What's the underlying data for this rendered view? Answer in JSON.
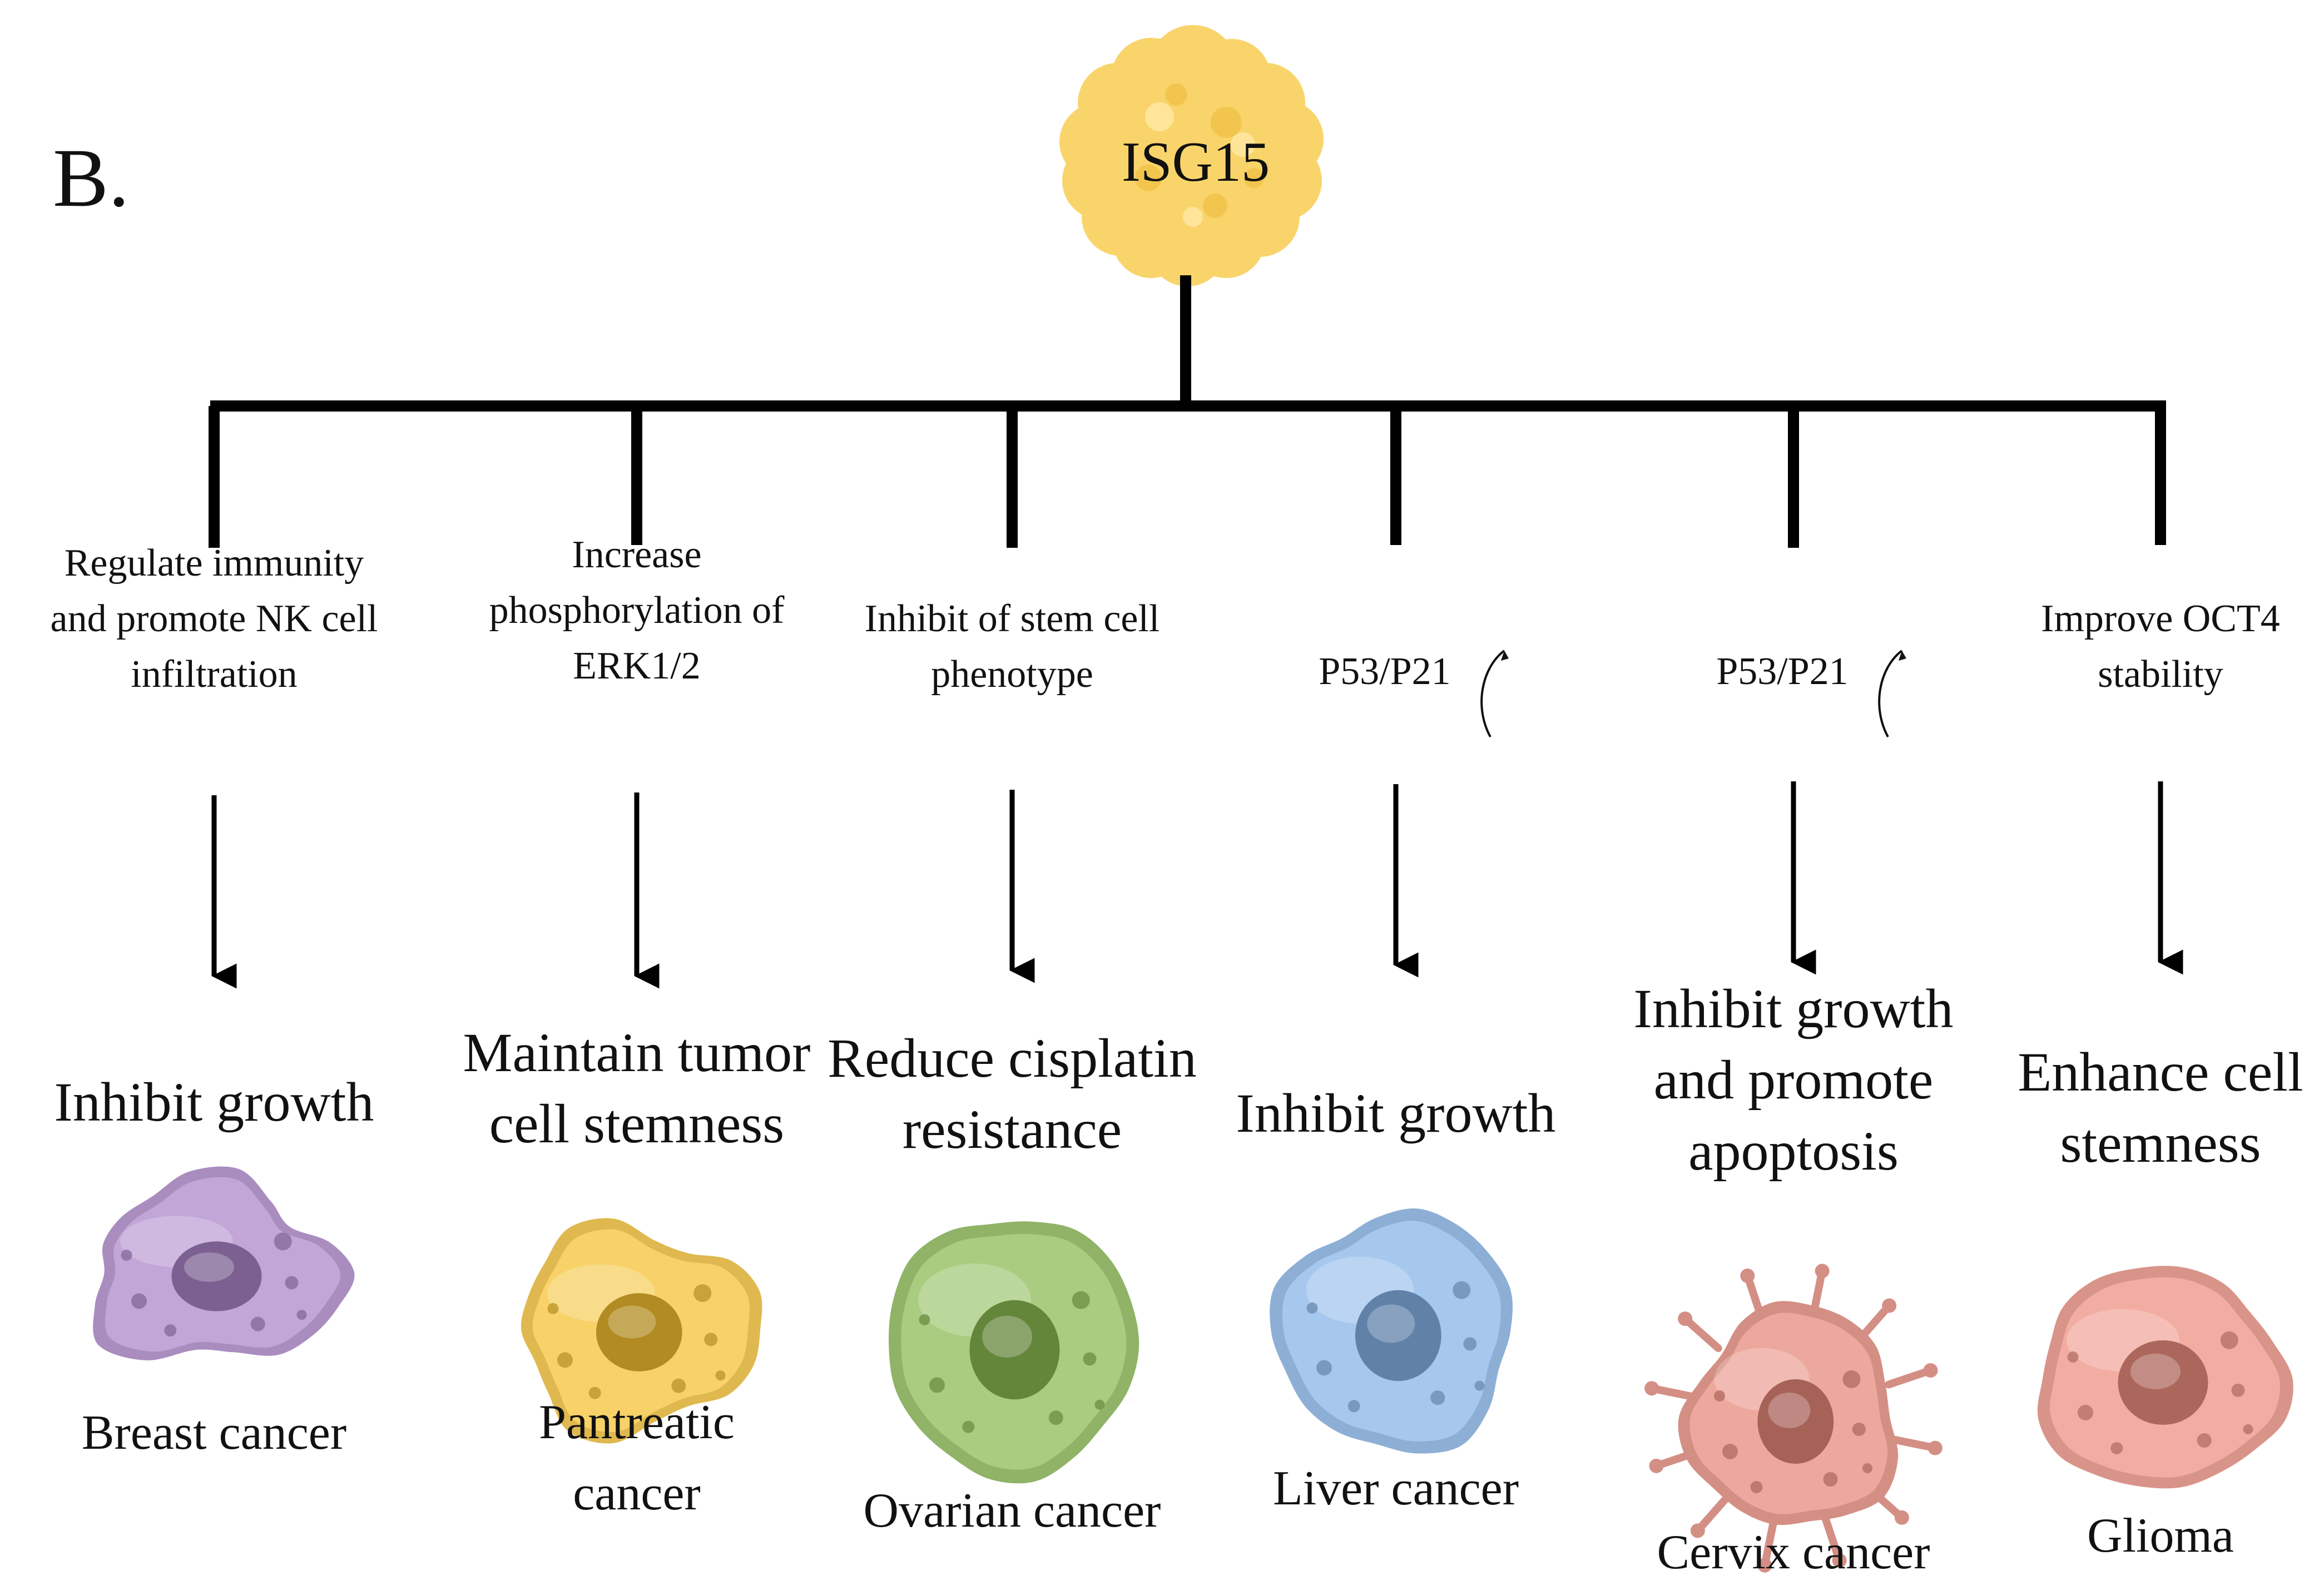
{
  "panel_label": "B.",
  "root": {
    "label": "ISG15",
    "color": "#F9D46A"
  },
  "branches": [
    {
      "mechanism": [
        "Regulate immunity",
        "and promote NK cell",
        "infiltration"
      ],
      "mechanism_arrow": false,
      "effect": [
        "Inhibit growth"
      ],
      "cancer": [
        "Breast cancer"
      ],
      "cell_color": "#C2A6D8",
      "cell_icon": "purple-irregular-cell-icon"
    },
    {
      "mechanism": [
        "Increase",
        "phosphorylation of",
        "ERK1/2"
      ],
      "mechanism_arrow": false,
      "effect": [
        "Maintain tumor",
        "cell stemness"
      ],
      "cancer": [
        "Pantreatic",
        "cancer"
      ],
      "cell_color": "#F8D268",
      "cell_icon": "yellow-irregular-cell-icon"
    },
    {
      "mechanism": [
        "Inhibit of stem cell",
        "phenotype"
      ],
      "mechanism_arrow": false,
      "effect": [
        "Reduce cisplatin",
        "resistance"
      ],
      "cancer": [
        "Ovarian cancer"
      ],
      "cell_color": "#A9CC80",
      "cell_icon": "green-round-cell-icon"
    },
    {
      "mechanism": [
        "P53/P21"
      ],
      "mechanism_arrow": true,
      "effect": [
        "Inhibit growth"
      ],
      "cancer": [
        "Liver cancer"
      ],
      "cell_color": "#A7C8EE",
      "cell_icon": "blue-round-cell-icon"
    },
    {
      "mechanism": [
        "P53/P21"
      ],
      "mechanism_arrow": true,
      "effect": [
        "Inhibit growth",
        "and promote",
        "apoptosis"
      ],
      "cancer": [
        "Cervix cancer"
      ],
      "cell_color": "#EDA89E",
      "cell_icon": "pink-spiky-cell-icon"
    },
    {
      "mechanism": [
        "Improve OCT4",
        "stability"
      ],
      "mechanism_arrow": false,
      "effect": [
        "Enhance cell",
        "stemness"
      ],
      "cancer": [
        "Glioma"
      ],
      "cell_color": "#F2ADA3",
      "cell_icon": "pink-round-cell-icon"
    }
  ]
}
